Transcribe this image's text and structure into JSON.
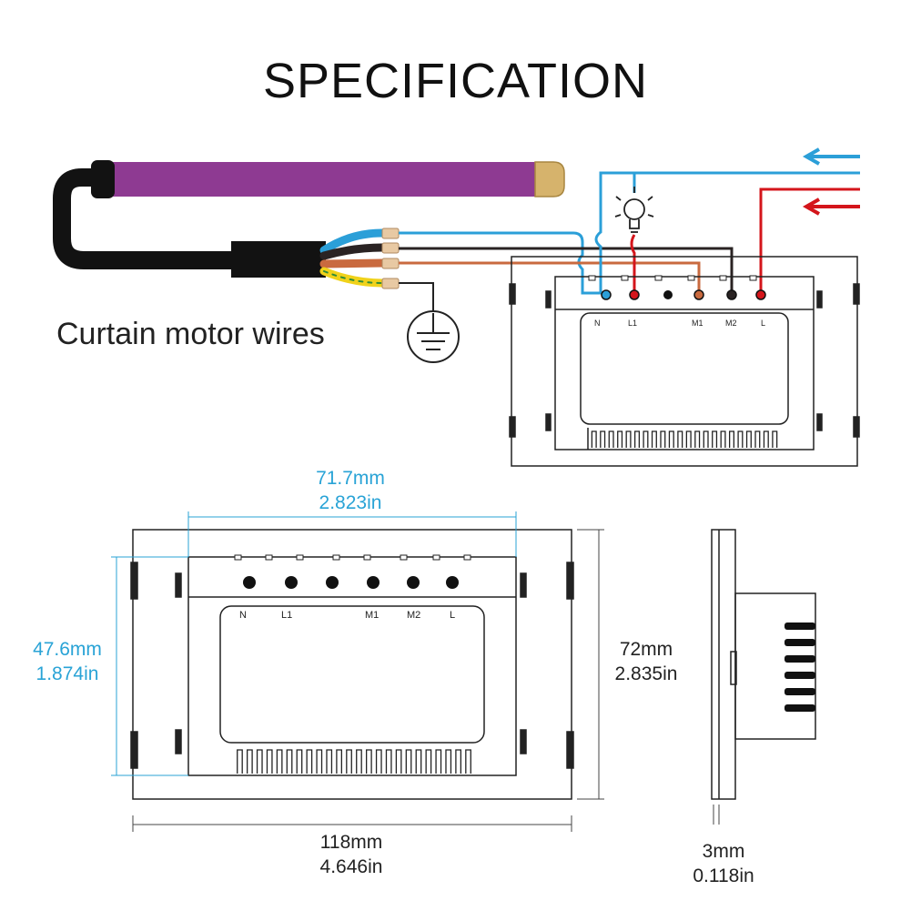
{
  "title": "SPECIFICATION",
  "motor_label": "Curtain motor wires",
  "terminals": [
    "N",
    "L1",
    "M1",
    "M2",
    "L"
  ],
  "dimensions": {
    "inner_width": {
      "mm": "71.7mm",
      "in": "2.823in"
    },
    "inner_height": {
      "mm": "47.6mm",
      "in": "1.874in"
    },
    "outer_height": {
      "mm": "72mm",
      "in": "2.835in"
    },
    "outer_width": {
      "mm": "118mm",
      "in": "4.646in"
    },
    "depth": {
      "mm": "3mm",
      "in": "0.118in"
    }
  },
  "colors": {
    "neutral_wire": "#2b9fd8",
    "live_wire": "#d4151b",
    "motor_wire_1": "#c96a3f",
    "motor_wire_2": "#2a2323",
    "earth_wire": "#f0d21a",
    "motor_tube": "#8e3a92",
    "dimension_blue": "#29a3d6"
  }
}
